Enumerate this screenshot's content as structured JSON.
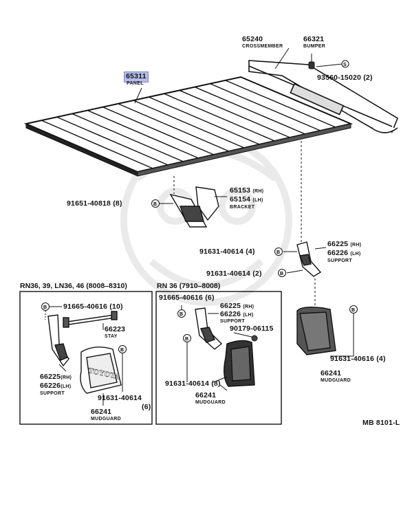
{
  "parts": {
    "panel": {
      "number": "65311",
      "name": "PANEL"
    },
    "crossmember": {
      "number": "65240",
      "name": "CROSSMEMBER"
    },
    "bumper": {
      "number": "66321",
      "name": "BUMPER"
    },
    "bumper_bolt": {
      "number": "93560-15020",
      "qty": "(2)"
    },
    "bracket_rh": {
      "number": "65153",
      "side": "(RH)"
    },
    "bracket_lh": {
      "number": "65154",
      "side": "(LH)"
    },
    "bracket_name": "BRACKET",
    "bracket_bolt": {
      "number": "91651-40818",
      "qty": "(8)"
    },
    "support_rh": {
      "number": "66225",
      "side": "(RH)"
    },
    "support_lh": {
      "number": "66226",
      "side": "(LH)"
    },
    "support_name": "SUPPORT",
    "support_bolt_a": {
      "number": "91631-40614",
      "qty": "(4)"
    },
    "support_bolt_b": {
      "number": "91631-40614",
      "qty": "(2)"
    },
    "mudguard_bolt": {
      "number": "91631-40616",
      "qty": "(4)"
    },
    "mudguard": {
      "number": "66241",
      "name": "MUDGUARD"
    }
  },
  "left_box": {
    "header": "RN36, 39, LN36, 46 (8008–8310)",
    "bolt": {
      "number": "91665-40616",
      "qty": "(10)"
    },
    "stay": {
      "number": "66223",
      "name": "STAY"
    },
    "support_rh": {
      "number": "66225",
      "side": "(RH)"
    },
    "support_lh": {
      "number": "66226",
      "side": "(LH)"
    },
    "support_name": "SUPPORT",
    "mudguard_bolt": {
      "number": "91631-40614",
      "qty": "(6)"
    },
    "mudguard": {
      "number": "66241",
      "name": "MUDGUARD"
    },
    "mudguard_logo": "TOYOTA"
  },
  "mid_box": {
    "header": "RN 36 (7910–8008)",
    "bolt": {
      "number": "91665-40616",
      "qty": "(6)"
    },
    "support_rh": {
      "number": "66225",
      "side": "(RH)"
    },
    "support_lh": {
      "number": "66226",
      "side": "(LH)"
    },
    "support_name": "SUPPORT",
    "nut": {
      "number": "90179-06115"
    },
    "mudguard_bolt": {
      "number": "91631-40614",
      "qty": "(8)"
    },
    "mudguard": {
      "number": "66241",
      "name": "MUDGUARD"
    }
  },
  "figure_code": "MB 8101-L",
  "colors": {
    "highlight": "#b7bdea",
    "ink": "#111111"
  }
}
